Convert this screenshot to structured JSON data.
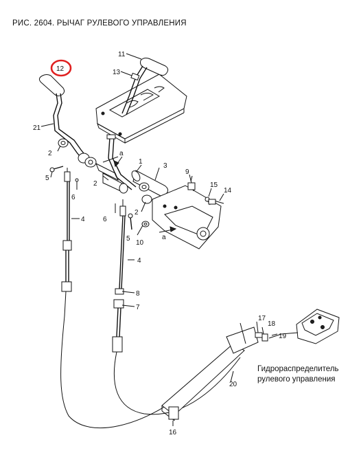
{
  "title": "РИС. 2604. РЫЧАГ РУЛЕВОГО УПРАВЛЕНИЯ",
  "caption": {
    "line1": "Гидрораспределитель",
    "line2": "рулевого управления"
  },
  "highlight_color": "#e02020",
  "labels": {
    "l12": "12",
    "l11": "11",
    "l13": "13",
    "l21": "21",
    "la_top": "a",
    "l1": "1",
    "l3": "3",
    "l2a": "2",
    "l2b": "2",
    "l2c": "2",
    "l9": "9",
    "l15": "15",
    "l14": "14",
    "l5a": "5",
    "l6a": "6",
    "l4a": "4",
    "l6b": "6",
    "l5b": "5",
    "l10": "10",
    "la_bot": "a",
    "l4b": "4",
    "l8": "8",
    "l7": "7",
    "l17": "17",
    "l18": "18",
    "l19": "19",
    "l20": "20",
    "l16": "16"
  }
}
